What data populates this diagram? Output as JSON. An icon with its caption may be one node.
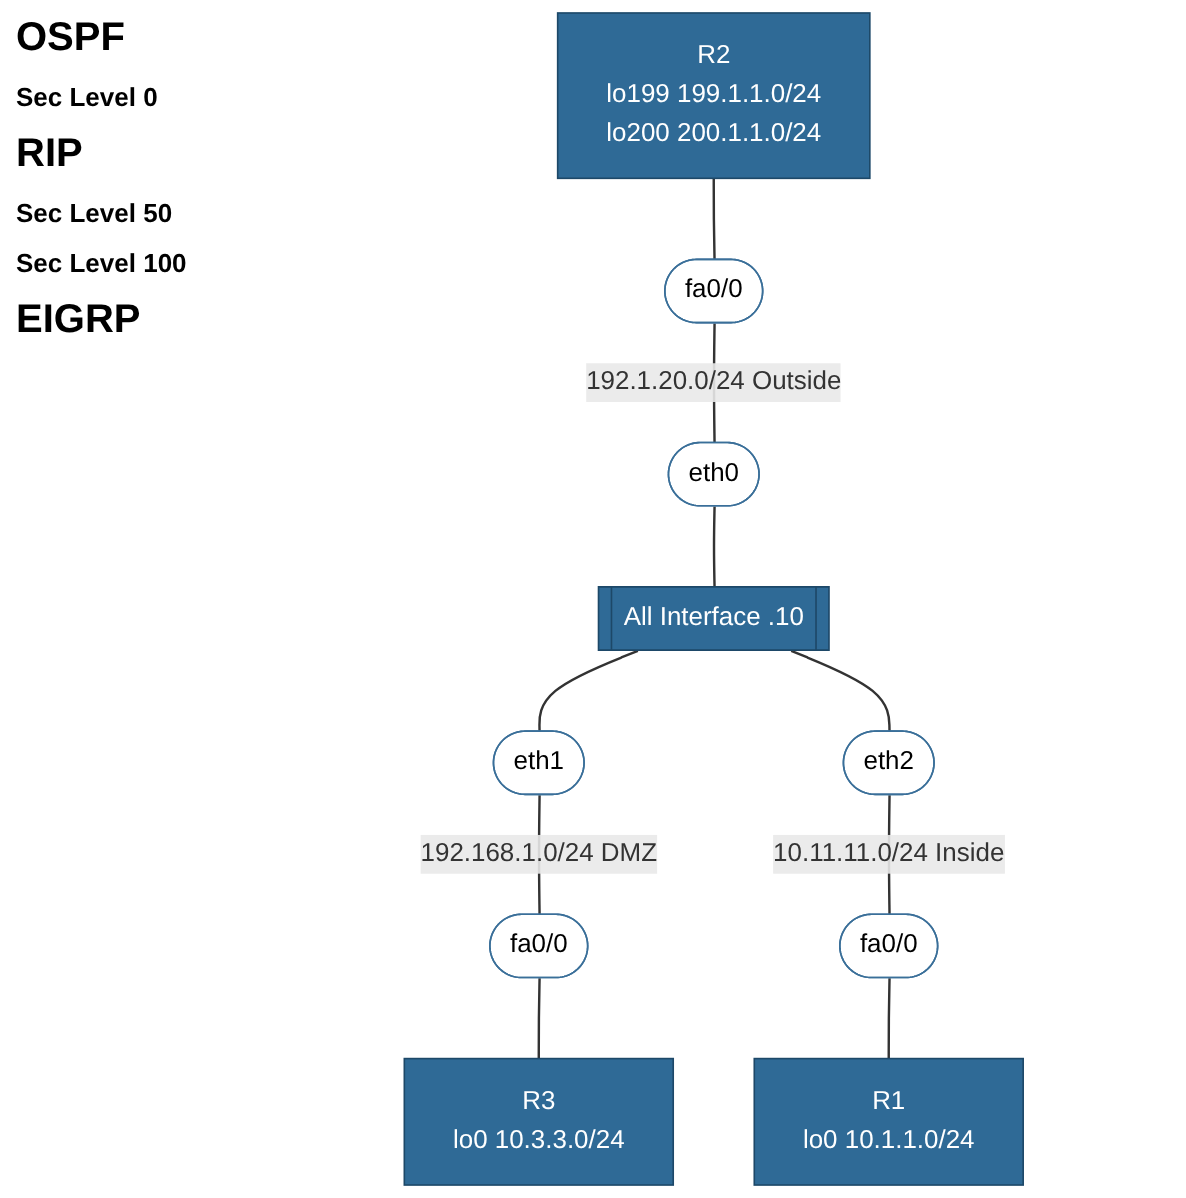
{
  "diagram": {
    "nodes": [
      {
        "text": [
          "R2",
          "lo199 199.1.1.0/24",
          "lo200 200.1.1.0/24"
        ]
      },
      {
        "text": [
          "fa0/0"
        ]
      },
      {
        "text": [
          "eth0"
        ]
      },
      {
        "text": [
          "All Interface .10"
        ]
      },
      {
        "text": [
          "eth1"
        ]
      },
      {
        "text": [
          "fa0/0"
        ]
      },
      {
        "text": [
          "R3",
          "lo0 10.3.3.0/24"
        ]
      },
      {
        "text": [
          "eth2"
        ]
      },
      {
        "text": [
          "fa0/0"
        ]
      },
      {
        "text": [
          "R1",
          "lo0 10.1.1.0/24"
        ]
      }
    ],
    "edges": [
      {
        "from": 0,
        "to": 1,
        "arrow": "none"
      },
      {
        "from": 1,
        "to": 2,
        "arrow": "none",
        "label": "192.1.20.0/24 Outside"
      },
      {
        "from": 2,
        "to": 3,
        "arrow": "none"
      },
      {
        "from": 3,
        "to": 4,
        "arrow": "none"
      },
      {
        "from": 4,
        "to": 5,
        "arrow": "none",
        "label": "192.168.1.0/24 DMZ"
      },
      {
        "from": 5,
        "to": 6,
        "arrow": "none"
      },
      {
        "from": 3,
        "to": 7,
        "arrow": "none"
      },
      {
        "from": 7,
        "to": 8,
        "arrow": "none",
        "label": "10.11.11.0/24 Inside"
      },
      {
        "from": 8,
        "to": 9,
        "arrow": "none"
      }
    ],
    "labels": [
      "OSPF",
      "Sec Level 0",
      "RIP",
      "Sec Level 50",
      "Sec Level 100",
      "EIGRP"
    ]
  }
}
